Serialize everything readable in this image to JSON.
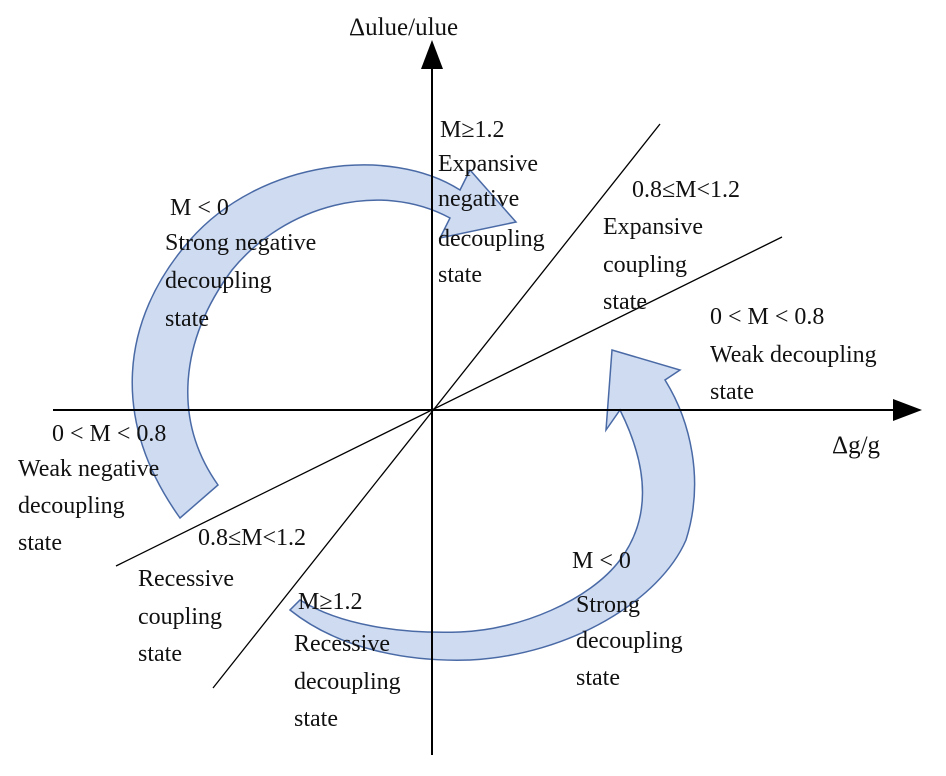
{
  "axes": {
    "y_label": "Δulue/ulue",
    "x_label": "Δg/g"
  },
  "colors": {
    "arrow_fill": "#c9d7f0",
    "arrow_stroke": "#4a6aa6",
    "line": "#000000"
  },
  "states": {
    "expansive_negative": {
      "condition": "M≥1.2",
      "l1": "Expansive",
      "l2": "negative",
      "l3": "decoupling",
      "l4": "state"
    },
    "expansive_coupling": {
      "condition": "0.8≤M<1.2",
      "l1": "Expansive",
      "l2": "coupling",
      "l3": "state"
    },
    "weak_decoupling": {
      "condition": "0 < M < 0.8",
      "l1": "Weak decoupling",
      "l2": "state"
    },
    "strong_negative": {
      "condition": "M < 0",
      "l1": "Strong negative",
      "l2": "decoupling",
      "l3": "state"
    },
    "weak_negative": {
      "condition": "0 < M < 0.8",
      "l1": "Weak negative",
      "l2": "decoupling",
      "l3": "state"
    },
    "recessive_coupling": {
      "condition": "0.8≤M<1.2",
      "l1": "Recessive",
      "l2": "coupling",
      "l3": "state"
    },
    "recessive_decoupling": {
      "condition": "M≥1.2",
      "l1": "Recessive",
      "l2": "decoupling",
      "l3": "state"
    },
    "strong_decoupling": {
      "condition": "M < 0",
      "l1": "Strong",
      "l2": "decoupling",
      "l3": "state"
    }
  }
}
